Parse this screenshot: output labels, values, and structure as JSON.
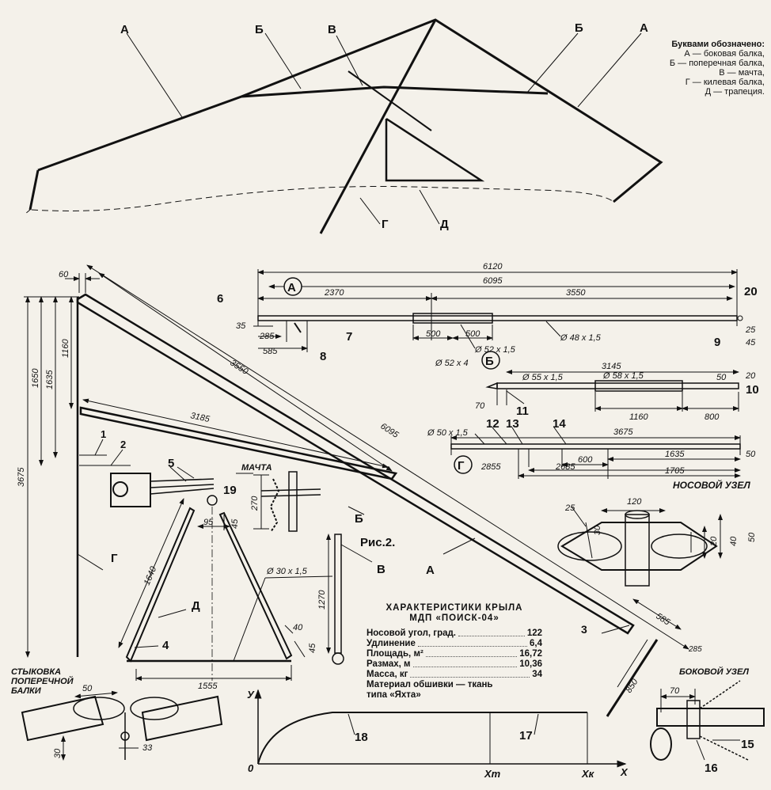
{
  "legend": {
    "header": "Буквами обозначено:",
    "items": [
      "А — боковая балка,",
      "Б — поперечная балка,",
      "В — мачта,",
      "Г — килевая балка,",
      "Д — трапеция."
    ]
  },
  "top_view_labels": {
    "a_left": "А",
    "b_left": "Б",
    "v": "В",
    "b_right": "Б",
    "a_right": "А",
    "g": "Г",
    "d": "Д"
  },
  "plan": {
    "dim_60": "60",
    "dim_1650": "1650",
    "dim_1635": "1635",
    "dim_1160": "1160",
    "dim_3675": "3675",
    "dim_3550": "3550",
    "dim_3185": "3185",
    "dim_6095": "6095",
    "label_1": "1",
    "label_2": "2",
    "label_3": "3",
    "label_g": "Г",
    "label_b": "Б",
    "label_a": "А",
    "dim_585": "585",
    "dim_285": "285",
    "dim_850": "850",
    "fig_caption": "Рис.2."
  },
  "beam_a": {
    "badge": "А",
    "dim_6120": "6120",
    "dim_6095": "6095",
    "dim_2370": "2370",
    "dim_3550": "3550",
    "dim_35": "35",
    "dim_285": "285",
    "dim_585": "585",
    "dim_500a": "500",
    "dim_500b": "500",
    "tube_52": "Ø 52 x 1,5",
    "tube_48": "Ø 48 x 1,5",
    "dim_25": "25",
    "dim_45": "45",
    "label_6": "6",
    "label_7": "7",
    "label_8": "8",
    "label_9": "9",
    "label_20": "20"
  },
  "beam_b": {
    "badge": "Б",
    "tube_52x4": "Ø 52 x 4",
    "dim_3145": "3145",
    "tube_55": "Ø 55 x 1,5",
    "tube_58": "Ø 58 x 1,5",
    "dim_50": "50",
    "dim_20": "20",
    "dim_70": "70",
    "dim_1160": "1160",
    "dim_800": "800",
    "label_10": "10",
    "label_11": "11"
  },
  "beam_g": {
    "badge": "Г",
    "tube_50": "Ø 50 x 1,5",
    "dim_3675": "3675",
    "dim_600": "600",
    "dim_2685": "2685",
    "dim_1635": "1635",
    "dim_1705": "1705",
    "dim_2855": "2855",
    "dim_50": "50",
    "label_12": "12",
    "label_13": "13",
    "label_14": "14"
  },
  "nose_node": {
    "title": "НОСОВОЙ УЗЕЛ",
    "dim_120": "120",
    "dim_25": "25",
    "dim_30": "30",
    "dim_50": "50",
    "dim_40": "40",
    "dim_20": "20"
  },
  "mast": {
    "title": "МАЧТА",
    "dim_270": "270",
    "label_5": "5",
    "label_19": "19"
  },
  "trapeze": {
    "dim_95": "95",
    "dim_45": "45",
    "dim_1640": "1640",
    "label_d": "Д",
    "tube_30": "Ø 30 x 1,5",
    "label_4": "4",
    "dim_40": "40",
    "dim_45b": "45",
    "dim_1555": "1555",
    "dim_1270": "1270",
    "label_v": "В"
  },
  "specs": {
    "title_line1": "ХАРАКТЕРИСТИКИ КРЫЛА",
    "title_line2": "МДП «ПОИСК-04»",
    "rows": [
      {
        "label": "Носовой угол, град.",
        "value": "122"
      },
      {
        "label": "Удлинение",
        "value": "6,4"
      },
      {
        "label": "Площадь, м²",
        "value": "16,72"
      },
      {
        "label": "Размах, м",
        "value": "10,36"
      },
      {
        "label": "Масса, кг",
        "value": "34"
      }
    ],
    "material_line1": "Материал обшивки — ткань",
    "material_line2": "типа «Яхта»"
  },
  "crossbeam_joint": {
    "title_line1": "СТЫКОВКА",
    "title_line2": "ПОПЕРЕЧНОЙ",
    "title_line3": "БАЛКИ",
    "dim_50": "50",
    "dim_30": "30",
    "dim_33": "33"
  },
  "profile": {
    "axis_y": "У",
    "axis_x": "Х",
    "origin": "0",
    "xt": "Хт",
    "xk": "Хк",
    "label_18": "18",
    "label_17": "17"
  },
  "side_node": {
    "title": "БОКОВОЙ УЗЕЛ",
    "dim_70": "70",
    "label_15": "15",
    "label_16": "16"
  },
  "colors": {
    "ink": "#111111",
    "paper": "#f4f1ea"
  }
}
